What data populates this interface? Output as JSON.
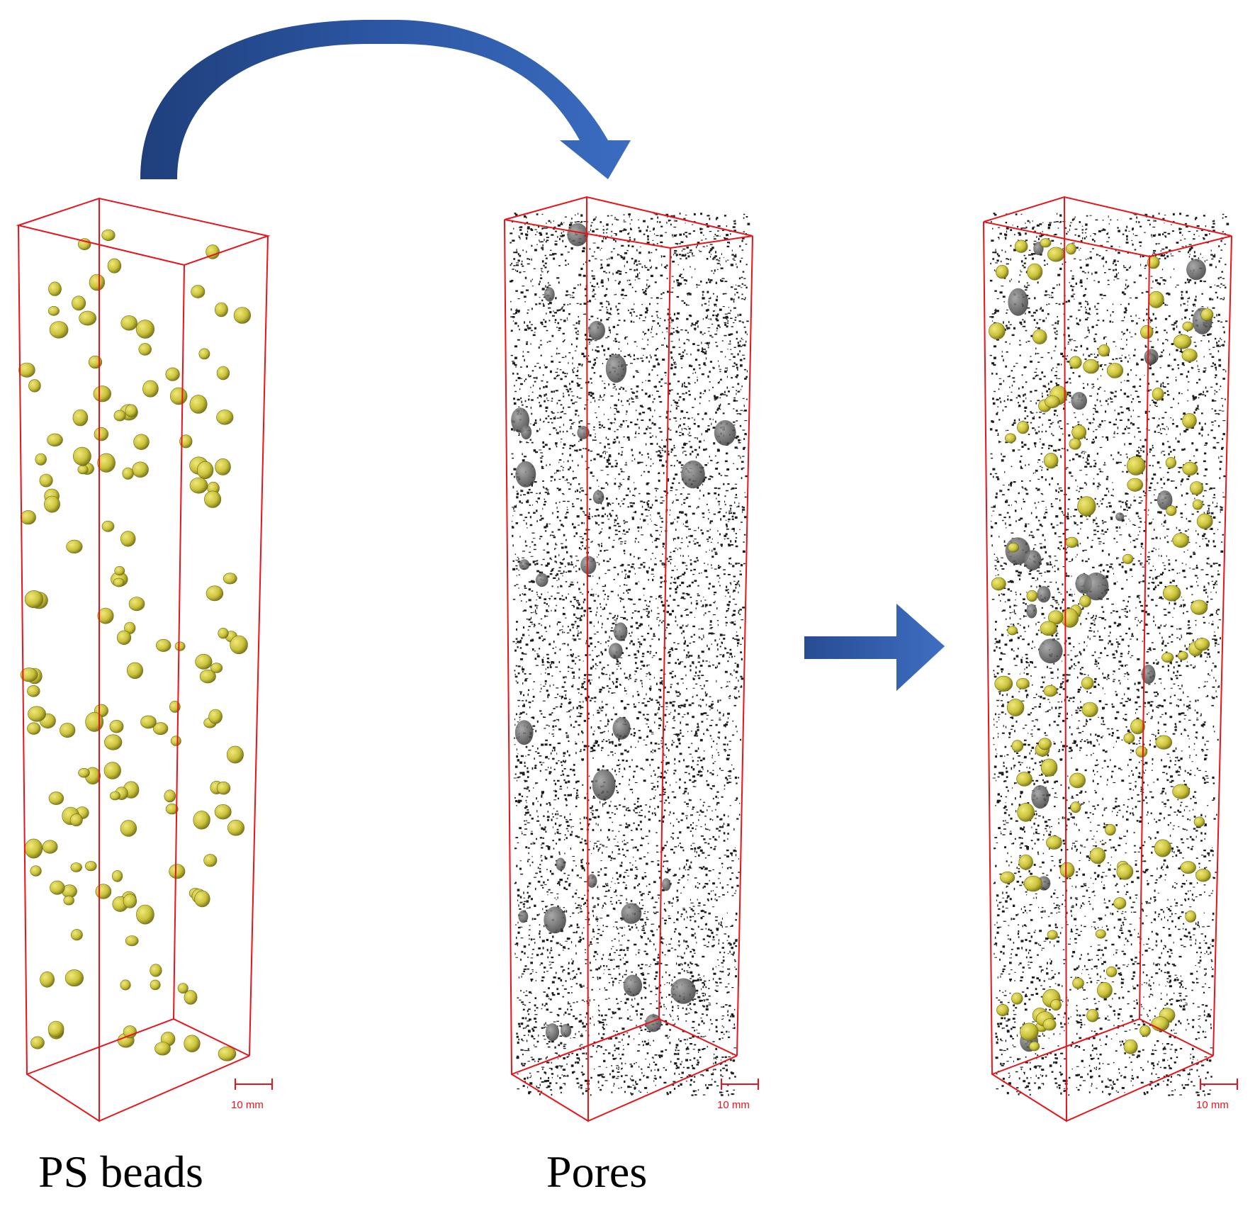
{
  "panels": [
    {
      "id": "ps-beads",
      "caption": "PS beads",
      "scale_bar": "10 mm",
      "content": "beads"
    },
    {
      "id": "pores",
      "caption": "Pores",
      "scale_bar": "10 mm",
      "content": "pores"
    },
    {
      "id": "combined",
      "caption": "",
      "scale_bar": "10 mm",
      "content": "combined"
    }
  ],
  "colors": {
    "frame": "#e8141c",
    "arrow": "#2f5ba8",
    "bead": "#c9c23a",
    "pore": "#1a1a1a"
  }
}
